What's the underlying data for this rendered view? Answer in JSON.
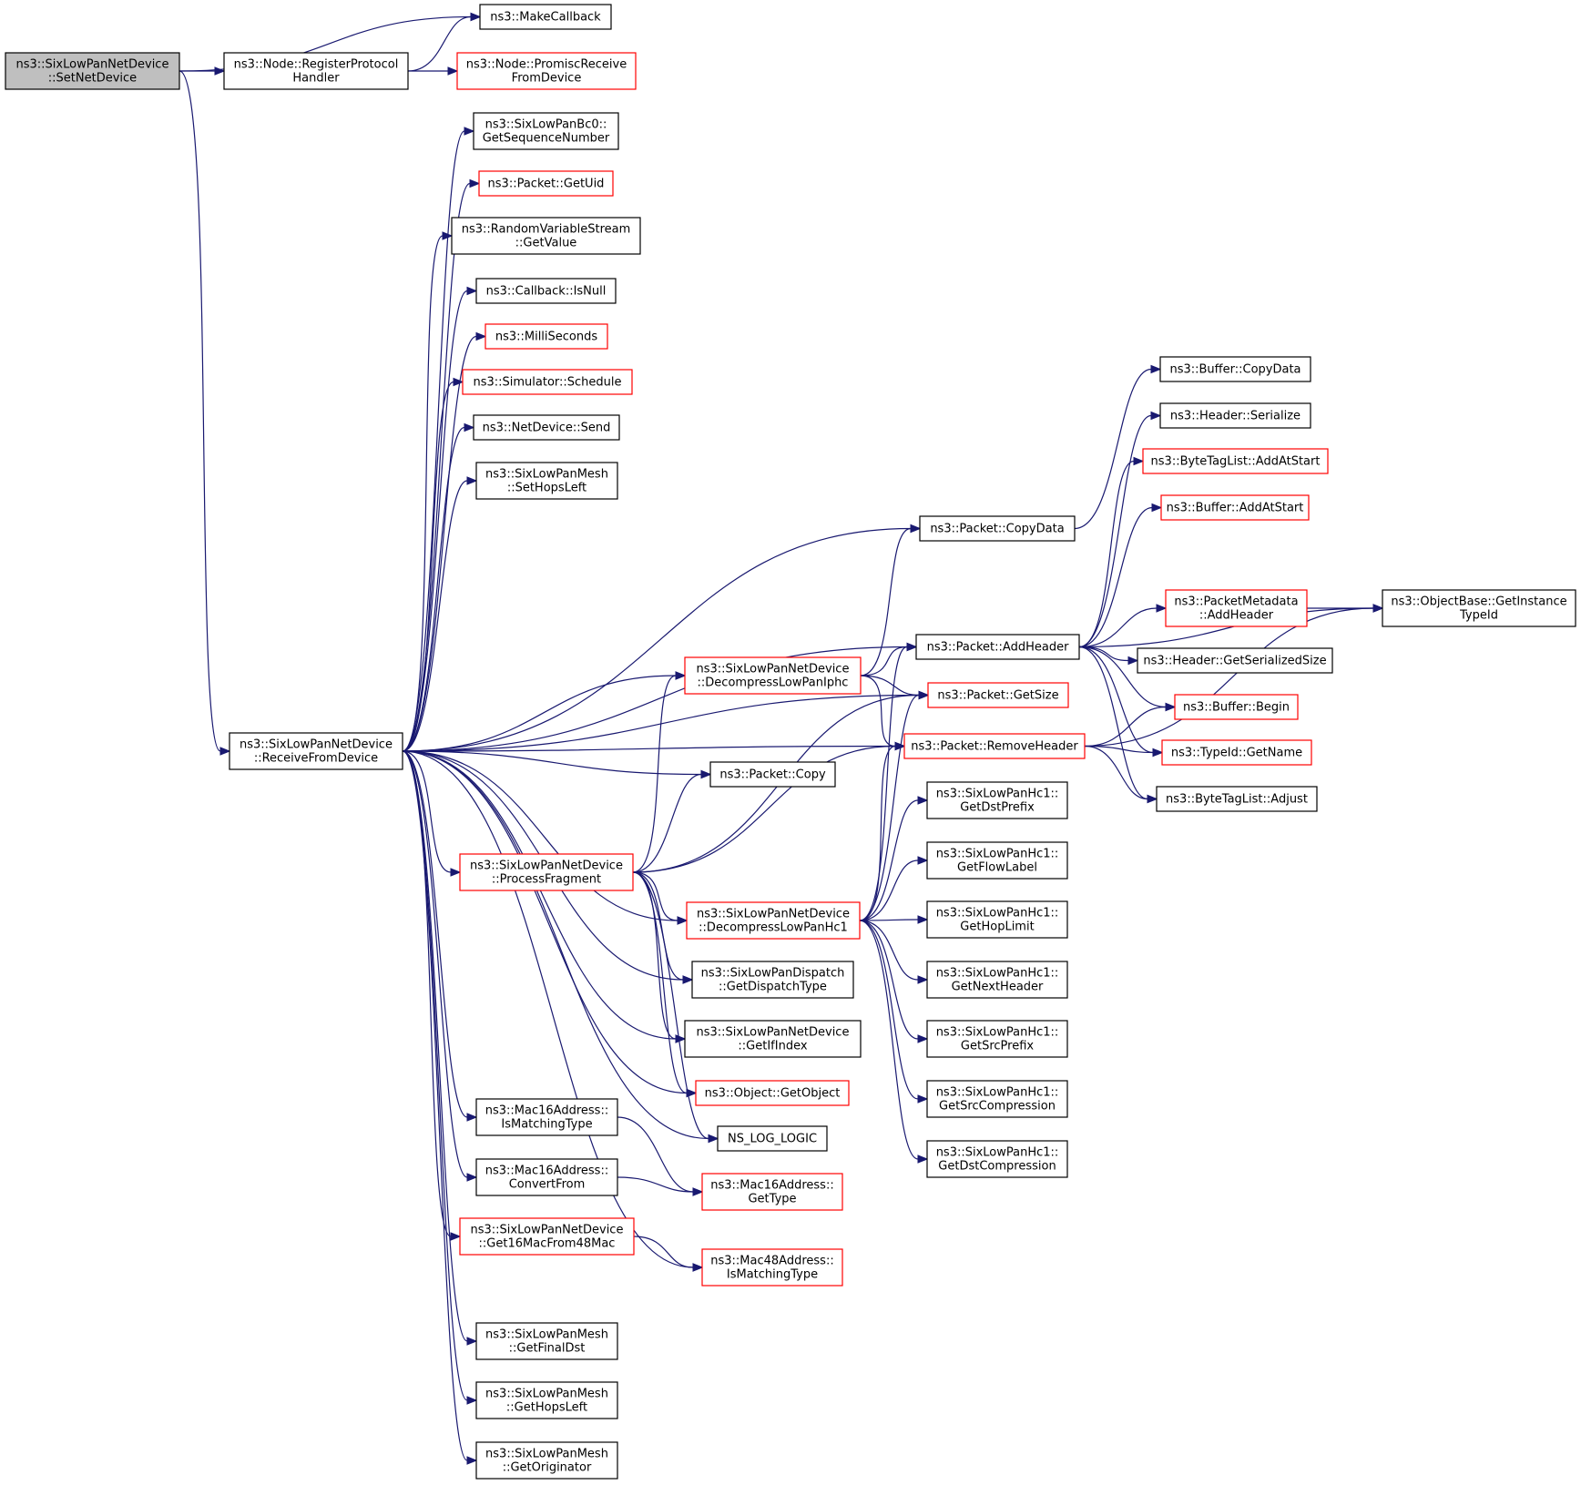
{
  "colors": {
    "edge": "#191970",
    "root_fill": "#bfbfbf",
    "node_fill": "#ffffff",
    "border_normal": "#000000",
    "border_truncated": "#ff0000"
  },
  "nodes": [
    {
      "id": "root",
      "lines": [
        "ns3::SixLowPanNetDevice",
        "::SetNetDevice"
      ],
      "style": "root"
    },
    {
      "id": "makecallback",
      "lines": [
        "ns3::MakeCallback"
      ],
      "style": "normal"
    },
    {
      "id": "registerprotocol",
      "lines": [
        "ns3::Node::RegisterProtocol",
        "Handler"
      ],
      "style": "normal"
    },
    {
      "id": "promiscreceive",
      "lines": [
        "ns3::Node::PromiscReceive",
        "FromDevice"
      ],
      "style": "truncated"
    },
    {
      "id": "bc0seq",
      "lines": [
        "ns3::SixLowPanBc0::",
        "GetSequenceNumber"
      ],
      "style": "normal"
    },
    {
      "id": "getuid",
      "lines": [
        "ns3::Packet::GetUid"
      ],
      "style": "truncated"
    },
    {
      "id": "rvsgetvalue",
      "lines": [
        "ns3::RandomVariableStream",
        "::GetValue"
      ],
      "style": "normal"
    },
    {
      "id": "isnull",
      "lines": [
        "ns3::Callback::IsNull"
      ],
      "style": "normal"
    },
    {
      "id": "milliseconds",
      "lines": [
        "ns3::MilliSeconds"
      ],
      "style": "truncated"
    },
    {
      "id": "schedule",
      "lines": [
        "ns3::Simulator::Schedule"
      ],
      "style": "truncated"
    },
    {
      "id": "netdevsend",
      "lines": [
        "ns3::NetDevice::Send"
      ],
      "style": "normal"
    },
    {
      "id": "sethopsleft",
      "lines": [
        "ns3::SixLowPanMesh",
        "::SetHopsLeft"
      ],
      "style": "normal"
    },
    {
      "id": "receivefromdevice",
      "lines": [
        "ns3::SixLowPanNetDevice",
        "::ReceiveFromDevice"
      ],
      "style": "normal"
    },
    {
      "id": "packetcopydata",
      "lines": [
        "ns3::Packet::CopyData"
      ],
      "style": "normal"
    },
    {
      "id": "decompressiphc",
      "lines": [
        "ns3::SixLowPanNetDevice",
        "::DecompressLowPanIphc"
      ],
      "style": "truncated"
    },
    {
      "id": "addheader",
      "lines": [
        "ns3::Packet::AddHeader"
      ],
      "style": "normal"
    },
    {
      "id": "getsize",
      "lines": [
        "ns3::Packet::GetSize"
      ],
      "style": "truncated"
    },
    {
      "id": "removeheader",
      "lines": [
        "ns3::Packet::RemoveHeader"
      ],
      "style": "truncated"
    },
    {
      "id": "packetcopy",
      "lines": [
        "ns3::Packet::Copy"
      ],
      "style": "normal"
    },
    {
      "id": "processfragment",
      "lines": [
        "ns3::SixLowPanNetDevice",
        "::ProcessFragment"
      ],
      "style": "truncated"
    },
    {
      "id": "decompresshc1",
      "lines": [
        "ns3::SixLowPanNetDevice",
        "::DecompressLowPanHc1"
      ],
      "style": "truncated"
    },
    {
      "id": "getdispatchtype",
      "lines": [
        "ns3::SixLowPanDispatch",
        "::GetDispatchType"
      ],
      "style": "normal"
    },
    {
      "id": "getifindex",
      "lines": [
        "ns3::SixLowPanNetDevice",
        "::GetIfIndex"
      ],
      "style": "normal"
    },
    {
      "id": "getobject",
      "lines": [
        "ns3::Object::GetObject"
      ],
      "style": "truncated"
    },
    {
      "id": "nsloglogic",
      "lines": [
        "NS_LOG_LOGIC"
      ],
      "style": "normal"
    },
    {
      "id": "mac16ismatching",
      "lines": [
        "ns3::Mac16Address::",
        "IsMatchingType"
      ],
      "style": "normal"
    },
    {
      "id": "mac16convertfrom",
      "lines": [
        "ns3::Mac16Address::",
        "ConvertFrom"
      ],
      "style": "normal"
    },
    {
      "id": "mac16gettype",
      "lines": [
        "ns3::Mac16Address::",
        "GetType"
      ],
      "style": "truncated"
    },
    {
      "id": "get16macfrom48",
      "lines": [
        "ns3::SixLowPanNetDevice",
        "::Get16MacFrom48Mac"
      ],
      "style": "truncated"
    },
    {
      "id": "mac48ismatching",
      "lines": [
        "ns3::Mac48Address::",
        "IsMatchingType"
      ],
      "style": "truncated"
    },
    {
      "id": "getfinaldst",
      "lines": [
        "ns3::SixLowPanMesh",
        "::GetFinalDst"
      ],
      "style": "normal"
    },
    {
      "id": "gethopsleft",
      "lines": [
        "ns3::SixLowPanMesh",
        "::GetHopsLeft"
      ],
      "style": "normal"
    },
    {
      "id": "getoriginator",
      "lines": [
        "ns3::SixLowPanMesh",
        "::GetOriginator"
      ],
      "style": "normal"
    },
    {
      "id": "hc1dstprefix",
      "lines": [
        "ns3::SixLowPanHc1::",
        "GetDstPrefix"
      ],
      "style": "normal"
    },
    {
      "id": "hc1flowlabel",
      "lines": [
        "ns3::SixLowPanHc1::",
        "GetFlowLabel"
      ],
      "style": "normal"
    },
    {
      "id": "hc1hoplimit",
      "lines": [
        "ns3::SixLowPanHc1::",
        "GetHopLimit"
      ],
      "style": "normal"
    },
    {
      "id": "hc1nextheader",
      "lines": [
        "ns3::SixLowPanHc1::",
        "GetNextHeader"
      ],
      "style": "normal"
    },
    {
      "id": "hc1srcprefix",
      "lines": [
        "ns3::SixLowPanHc1::",
        "GetSrcPrefix"
      ],
      "style": "normal"
    },
    {
      "id": "hc1srccompression",
      "lines": [
        "ns3::SixLowPanHc1::",
        "GetSrcCompression"
      ],
      "style": "normal"
    },
    {
      "id": "hc1dstcompression",
      "lines": [
        "ns3::SixLowPanHc1::",
        "GetDstCompression"
      ],
      "style": "normal"
    },
    {
      "id": "buffercopydata",
      "lines": [
        "ns3::Buffer::CopyData"
      ],
      "style": "normal"
    },
    {
      "id": "headerserialize",
      "lines": [
        "ns3::Header::Serialize"
      ],
      "style": "normal"
    },
    {
      "id": "bytetagaddatstart",
      "lines": [
        "ns3::ByteTagList::AddAtStart"
      ],
      "style": "truncated"
    },
    {
      "id": "bufferaddatstart",
      "lines": [
        "ns3::Buffer::AddAtStart"
      ],
      "style": "truncated"
    },
    {
      "id": "metadataaddheader",
      "lines": [
        "ns3::PacketMetadata",
        "::AddHeader"
      ],
      "style": "truncated"
    },
    {
      "id": "getinstancetypeid",
      "lines": [
        "ns3::ObjectBase::GetInstance",
        "TypeId"
      ],
      "style": "normal"
    },
    {
      "id": "getserializedsize",
      "lines": [
        "ns3::Header::GetSerializedSize"
      ],
      "style": "normal"
    },
    {
      "id": "bufferbegin",
      "lines": [
        "ns3::Buffer::Begin"
      ],
      "style": "truncated"
    },
    {
      "id": "typeidgetname",
      "lines": [
        "ns3::TypeId::GetName"
      ],
      "style": "truncated"
    },
    {
      "id": "bytetagadjust",
      "lines": [
        "ns3::ByteTagList::Adjust"
      ],
      "style": "normal"
    }
  ],
  "edges": [
    [
      "root",
      "makecallback"
    ],
    [
      "root",
      "registerprotocol"
    ],
    [
      "root",
      "receivefromdevice"
    ],
    [
      "registerprotocol",
      "makecallback"
    ],
    [
      "registerprotocol",
      "promiscreceive"
    ],
    [
      "receivefromdevice",
      "bc0seq"
    ],
    [
      "receivefromdevice",
      "getuid"
    ],
    [
      "receivefromdevice",
      "rvsgetvalue"
    ],
    [
      "receivefromdevice",
      "isnull"
    ],
    [
      "receivefromdevice",
      "milliseconds"
    ],
    [
      "receivefromdevice",
      "schedule"
    ],
    [
      "receivefromdevice",
      "netdevsend"
    ],
    [
      "receivefromdevice",
      "sethopsleft"
    ],
    [
      "receivefromdevice",
      "packetcopydata"
    ],
    [
      "receivefromdevice",
      "addheader"
    ],
    [
      "receivefromdevice",
      "getsize"
    ],
    [
      "receivefromdevice",
      "decompressiphc"
    ],
    [
      "receivefromdevice",
      "removeheader"
    ],
    [
      "receivefromdevice",
      "packetcopy"
    ],
    [
      "receivefromdevice",
      "processfragment"
    ],
    [
      "receivefromdevice",
      "decompresshc1"
    ],
    [
      "receivefromdevice",
      "getdispatchtype"
    ],
    [
      "receivefromdevice",
      "getifindex"
    ],
    [
      "receivefromdevice",
      "getobject"
    ],
    [
      "receivefromdevice",
      "nsloglogic"
    ],
    [
      "receivefromdevice",
      "mac16ismatching"
    ],
    [
      "receivefromdevice",
      "mac16convertfrom"
    ],
    [
      "receivefromdevice",
      "get16macfrom48"
    ],
    [
      "receivefromdevice",
      "mac48ismatching"
    ],
    [
      "receivefromdevice",
      "getfinaldst"
    ],
    [
      "receivefromdevice",
      "gethopsleft"
    ],
    [
      "receivefromdevice",
      "getoriginator"
    ],
    [
      "decompressiphc",
      "packetcopydata"
    ],
    [
      "decompressiphc",
      "addheader"
    ],
    [
      "decompressiphc",
      "getsize"
    ],
    [
      "decompressiphc",
      "removeheader"
    ],
    [
      "processfragment",
      "decompressiphc"
    ],
    [
      "processfragment",
      "packetcopy"
    ],
    [
      "processfragment",
      "getsize"
    ],
    [
      "processfragment",
      "removeheader"
    ],
    [
      "processfragment",
      "decompresshc1"
    ],
    [
      "processfragment",
      "getdispatchtype"
    ],
    [
      "processfragment",
      "getifindex"
    ],
    [
      "processfragment",
      "getobject"
    ],
    [
      "processfragment",
      "nsloglogic"
    ],
    [
      "decompresshc1",
      "addheader"
    ],
    [
      "decompresshc1",
      "getsize"
    ],
    [
      "decompresshc1",
      "removeheader"
    ],
    [
      "decompresshc1",
      "hc1dstprefix"
    ],
    [
      "decompresshc1",
      "hc1flowlabel"
    ],
    [
      "decompresshc1",
      "hc1hoplimit"
    ],
    [
      "decompresshc1",
      "hc1nextheader"
    ],
    [
      "decompresshc1",
      "hc1srcprefix"
    ],
    [
      "decompresshc1",
      "hc1srccompression"
    ],
    [
      "decompresshc1",
      "hc1dstcompression"
    ],
    [
      "mac16ismatching",
      "mac16gettype"
    ],
    [
      "mac16convertfrom",
      "mac16gettype"
    ],
    [
      "get16macfrom48",
      "mac48ismatching"
    ],
    [
      "packetcopydata",
      "buffercopydata"
    ],
    [
      "addheader",
      "headerserialize"
    ],
    [
      "addheader",
      "bytetagaddatstart"
    ],
    [
      "addheader",
      "bufferaddatstart"
    ],
    [
      "addheader",
      "getinstancetypeid"
    ],
    [
      "addheader",
      "metadataaddheader"
    ],
    [
      "addheader",
      "getserializedsize"
    ],
    [
      "addheader",
      "bufferbegin"
    ],
    [
      "addheader",
      "typeidgetname"
    ],
    [
      "addheader",
      "bytetagadjust"
    ],
    [
      "metadataaddheader",
      "getinstancetypeid"
    ],
    [
      "removeheader",
      "bufferbegin"
    ],
    [
      "removeheader",
      "typeidgetname"
    ],
    [
      "removeheader",
      "bytetagadjust"
    ],
    [
      "removeheader",
      "getinstancetypeid"
    ]
  ]
}
